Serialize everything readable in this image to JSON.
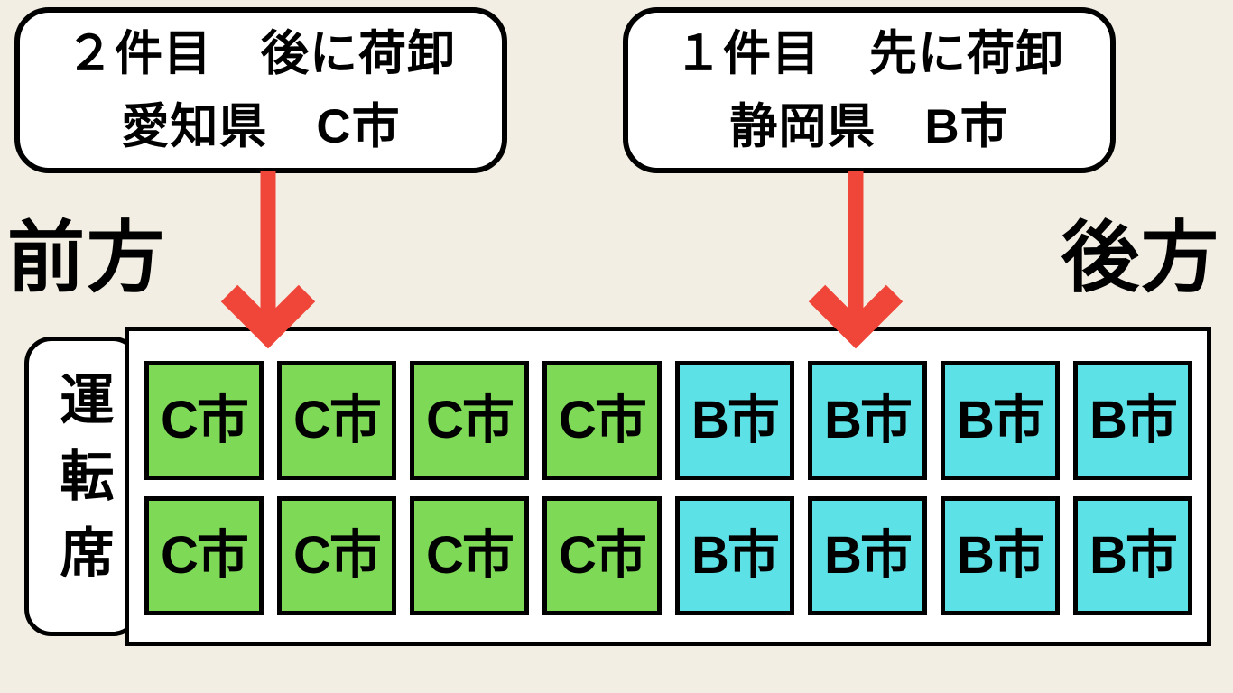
{
  "colors": {
    "background": "#F2EEE3",
    "white": "#FFFFFF",
    "ink": "#000000",
    "green": "#7ED957",
    "cyan": "#5CE1E6",
    "red": "#F0463A"
  },
  "callouts": {
    "second_stop": {
      "line1": "２件目　後に荷卸",
      "line2": "愛知県　C市"
    },
    "first_stop": {
      "line1": "１件目　先に荷卸",
      "line2": "静岡県　B市"
    }
  },
  "direction_labels": {
    "front": "前方",
    "rear": "後方"
  },
  "truck": {
    "driver_seat_label": "運転席",
    "cargo": {
      "rows": [
        [
          {
            "label": "C市",
            "city_code": "C",
            "color": "green"
          },
          {
            "label": "C市",
            "city_code": "C",
            "color": "green"
          },
          {
            "label": "C市",
            "city_code": "C",
            "color": "green"
          },
          {
            "label": "C市",
            "city_code": "C",
            "color": "green"
          },
          {
            "label": "B市",
            "city_code": "B",
            "color": "cyan"
          },
          {
            "label": "B市",
            "city_code": "B",
            "color": "cyan"
          },
          {
            "label": "B市",
            "city_code": "B",
            "color": "cyan"
          },
          {
            "label": "B市",
            "city_code": "B",
            "color": "cyan"
          }
        ],
        [
          {
            "label": "C市",
            "city_code": "C",
            "color": "green"
          },
          {
            "label": "C市",
            "city_code": "C",
            "color": "green"
          },
          {
            "label": "C市",
            "city_code": "C",
            "color": "green"
          },
          {
            "label": "C市",
            "city_code": "C",
            "color": "green"
          },
          {
            "label": "B市",
            "city_code": "B",
            "color": "cyan"
          },
          {
            "label": "B市",
            "city_code": "B",
            "color": "cyan"
          },
          {
            "label": "B市",
            "city_code": "B",
            "color": "cyan"
          },
          {
            "label": "B市",
            "city_code": "B",
            "color": "cyan"
          }
        ]
      ]
    }
  }
}
